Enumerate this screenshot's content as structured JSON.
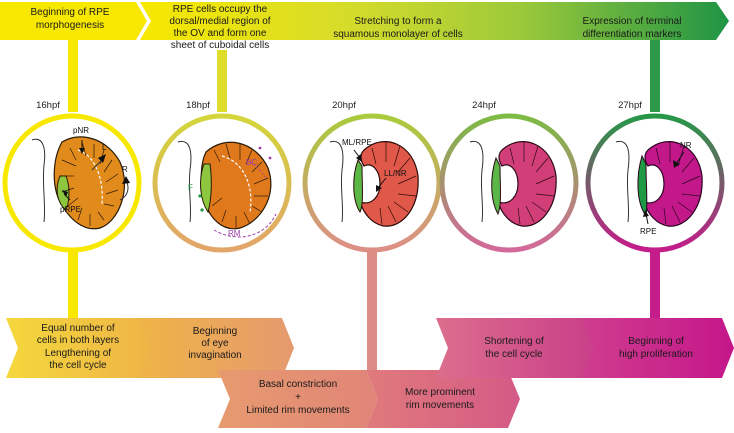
{
  "top_banner": [
    {
      "lines": [
        "Beginning of RPE",
        "morphogenesis"
      ]
    },
    {
      "lines": [
        "RPE cells occupy  the",
        "dorsal/medial region of",
        "the OV and form one",
        "sheet of cuboidal cells"
      ]
    },
    {
      "lines": [
        "Stretching to form a",
        "squamous monolayer of cells"
      ]
    },
    {
      "lines": [
        "Expression of terminal",
        "differentiation markers"
      ]
    }
  ],
  "stages": [
    {
      "label": "16hpf",
      "annotations": [
        "pNR",
        "L",
        "R",
        "pRPE"
      ]
    },
    {
      "label": "18hpf",
      "annotations": [
        "BC",
        "F",
        "RM"
      ]
    },
    {
      "label": "20hpf",
      "annotations": [
        "ML/RPE",
        "LL/NR"
      ]
    },
    {
      "label": "24hpf",
      "annotations": []
    },
    {
      "label": "27hpf",
      "annotations": [
        "NR",
        "RPE"
      ]
    }
  ],
  "bottom_boxes": [
    {
      "lines": [
        "Equal number of",
        "cells in both layers",
        "Lengthening of",
        "the cell cycle"
      ]
    },
    {
      "lines": [
        "Beginning",
        "of eye",
        "invagination"
      ]
    },
    {
      "lines": [
        "Basal constriction",
        "+",
        "Limited rim movements"
      ]
    },
    {
      "lines": [
        "More prominent",
        "rim movements"
      ]
    },
    {
      "lines": [
        "Shortening of",
        "the cell cycle"
      ]
    },
    {
      "lines": [
        "Beginning of",
        "high proliferation"
      ]
    }
  ],
  "colors": {
    "yellow": "#f4e400",
    "olive": "#c9cf3a",
    "green_light": "#8dc63f",
    "green_dark": "#1e9a45",
    "orange_tissue": "#e08b1c",
    "red_tissue": "#e0584a",
    "magenta_tissue": "#c3188a",
    "rpe_green": "#5bb847",
    "accent_purple": "#9b3aa6"
  }
}
